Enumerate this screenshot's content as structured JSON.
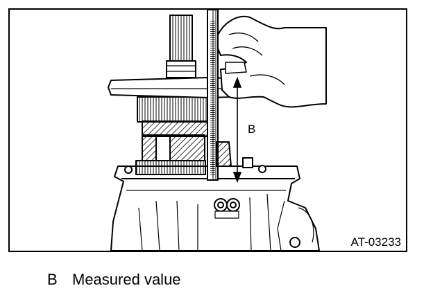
{
  "figure": {
    "code": "AT-03233",
    "dimension_label": "B"
  },
  "legend": [
    {
      "key": "B",
      "text": "Measured value"
    }
  ]
}
